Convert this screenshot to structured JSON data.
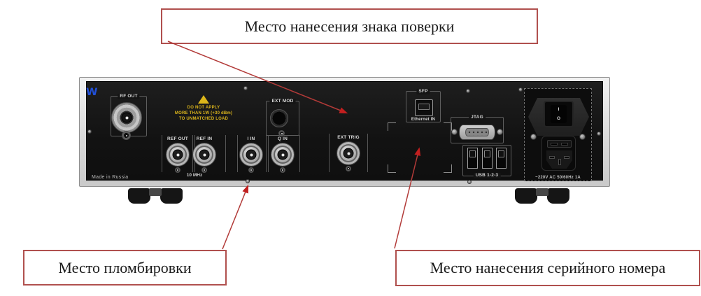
{
  "figure": {
    "callouts": {
      "verification_mark": "Место нанесения знака поверки",
      "sealing": "Место пломбировки",
      "serial_number": "Место нанесения серийного номера"
    }
  },
  "device": {
    "logo_text": "W",
    "made_in": "Made in Russia",
    "warning": {
      "l1": "DO NOT APPLY",
      "l2": "MORE THAN 1W (+30 dBm)",
      "l3": "TO UNMATCHED LOAD"
    },
    "connectors": {
      "rf_out": "RF OUT",
      "ext_mod": "EXT MOD",
      "ref_out": "REF OUT",
      "ref_in": "REF IN",
      "ten_mhz": "10 MHz",
      "i_in": "I IN",
      "q_in": "Q IN",
      "ext_trig": "EXT TRIG",
      "sfp": "SFP",
      "ethernet_in": "Ethernet IN",
      "jtag": "JTAG",
      "usb": "USB 1-2-3"
    },
    "power": {
      "rating": "~220V AC 50/60Hz 1A",
      "switch_on": "I",
      "switch_off": "O"
    }
  },
  "colors": {
    "callout_border": "#b0504e",
    "arrow_red": "#c21f1f",
    "panel_black": "#141414",
    "chassis_gray": "#e3e3e3",
    "warning_yellow": "#ddb71a",
    "logo_blue": "#2150d8"
  }
}
